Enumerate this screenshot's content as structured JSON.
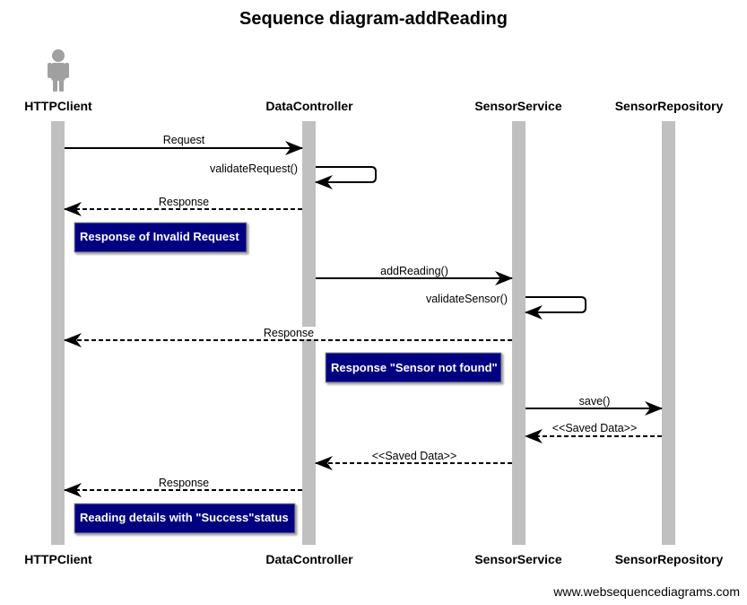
{
  "diagram": {
    "title": "Sequence diagram-addReading",
    "watermark": "www.websequencediagrams.com",
    "participants": [
      {
        "id": "client",
        "name": "HTTPClient",
        "actor": true
      },
      {
        "id": "controller",
        "name": "DataController",
        "actor": false
      },
      {
        "id": "service",
        "name": "SensorService",
        "actor": false
      },
      {
        "id": "repo",
        "name": "SensorRepository",
        "actor": false
      }
    ],
    "messages": [
      {
        "from": "client",
        "to": "controller",
        "label": "Request",
        "style": "solid"
      },
      {
        "from": "controller",
        "to": "controller",
        "label": "validateRequest()",
        "style": "self"
      },
      {
        "from": "controller",
        "to": "client",
        "label": "Response",
        "style": "dashed"
      },
      {
        "note": "Response of Invalid Request",
        "over": "client"
      },
      {
        "from": "controller",
        "to": "service",
        "label": "addReading()",
        "style": "solid"
      },
      {
        "from": "service",
        "to": "service",
        "label": "validateSensor()",
        "style": "self"
      },
      {
        "from": "service",
        "to": "client",
        "label": "Response",
        "style": "dashed"
      },
      {
        "note": "Response \"Sensor not found\"",
        "over": "controller"
      },
      {
        "from": "service",
        "to": "repo",
        "label": "save()",
        "style": "solid"
      },
      {
        "from": "repo",
        "to": "service",
        "label": "<<Saved Data>>",
        "style": "dashed"
      },
      {
        "from": "service",
        "to": "controller",
        "label": "<<Saved Data>>",
        "style": "dashed"
      },
      {
        "from": "controller",
        "to": "client",
        "label": "Response",
        "style": "dashed"
      },
      {
        "note": "Reading details with \"Success\"status",
        "over": "client"
      }
    ],
    "colors": {
      "lifeline": "#c0c0c0",
      "note_fill": "#000080",
      "note_text": "#ffffff",
      "actor": "#a0a0a0",
      "arrow": "#000000"
    }
  }
}
